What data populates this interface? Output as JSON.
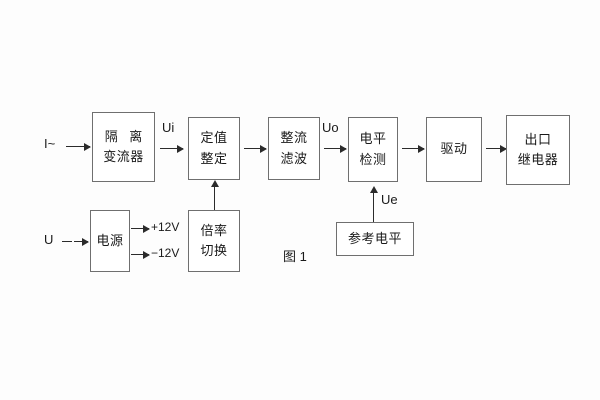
{
  "figure": {
    "caption": "图 1",
    "background_color": "#ffffff",
    "box_border_color": "#6f6f6f",
    "line_color": "#2b2b2b"
  },
  "inputs": [
    {
      "id": "current-input",
      "label": "I~"
    },
    {
      "id": "voltage-input",
      "label": "U"
    }
  ],
  "blocks": [
    {
      "id": "isolation-transformer",
      "line1": "隔 离",
      "line2": "变流器"
    },
    {
      "id": "setting-value",
      "line1": "定值",
      "line2": "整定"
    },
    {
      "id": "rectifier-filter",
      "line1": "整流",
      "line2": "滤波"
    },
    {
      "id": "level-detection",
      "line1": "电平",
      "line2": "检测"
    },
    {
      "id": "driver",
      "line1": "驱动",
      "line2": ""
    },
    {
      "id": "output-relay",
      "line1": "出口",
      "line2": "继电器"
    },
    {
      "id": "power-supply",
      "line1": "电源",
      "line2": ""
    },
    {
      "id": "multiplier-switch",
      "line1": "倍率",
      "line2": "切换"
    },
    {
      "id": "reference-level",
      "line1": "参考电平",
      "line2": ""
    }
  ],
  "signals": [
    {
      "id": "ui",
      "label": "Ui"
    },
    {
      "id": "uo",
      "label": "Uo"
    },
    {
      "id": "ue",
      "label": "Ue"
    }
  ],
  "power_rails": [
    {
      "id": "rail-positive",
      "label": "+12V"
    },
    {
      "id": "rail-negative",
      "label": "−12V"
    }
  ]
}
